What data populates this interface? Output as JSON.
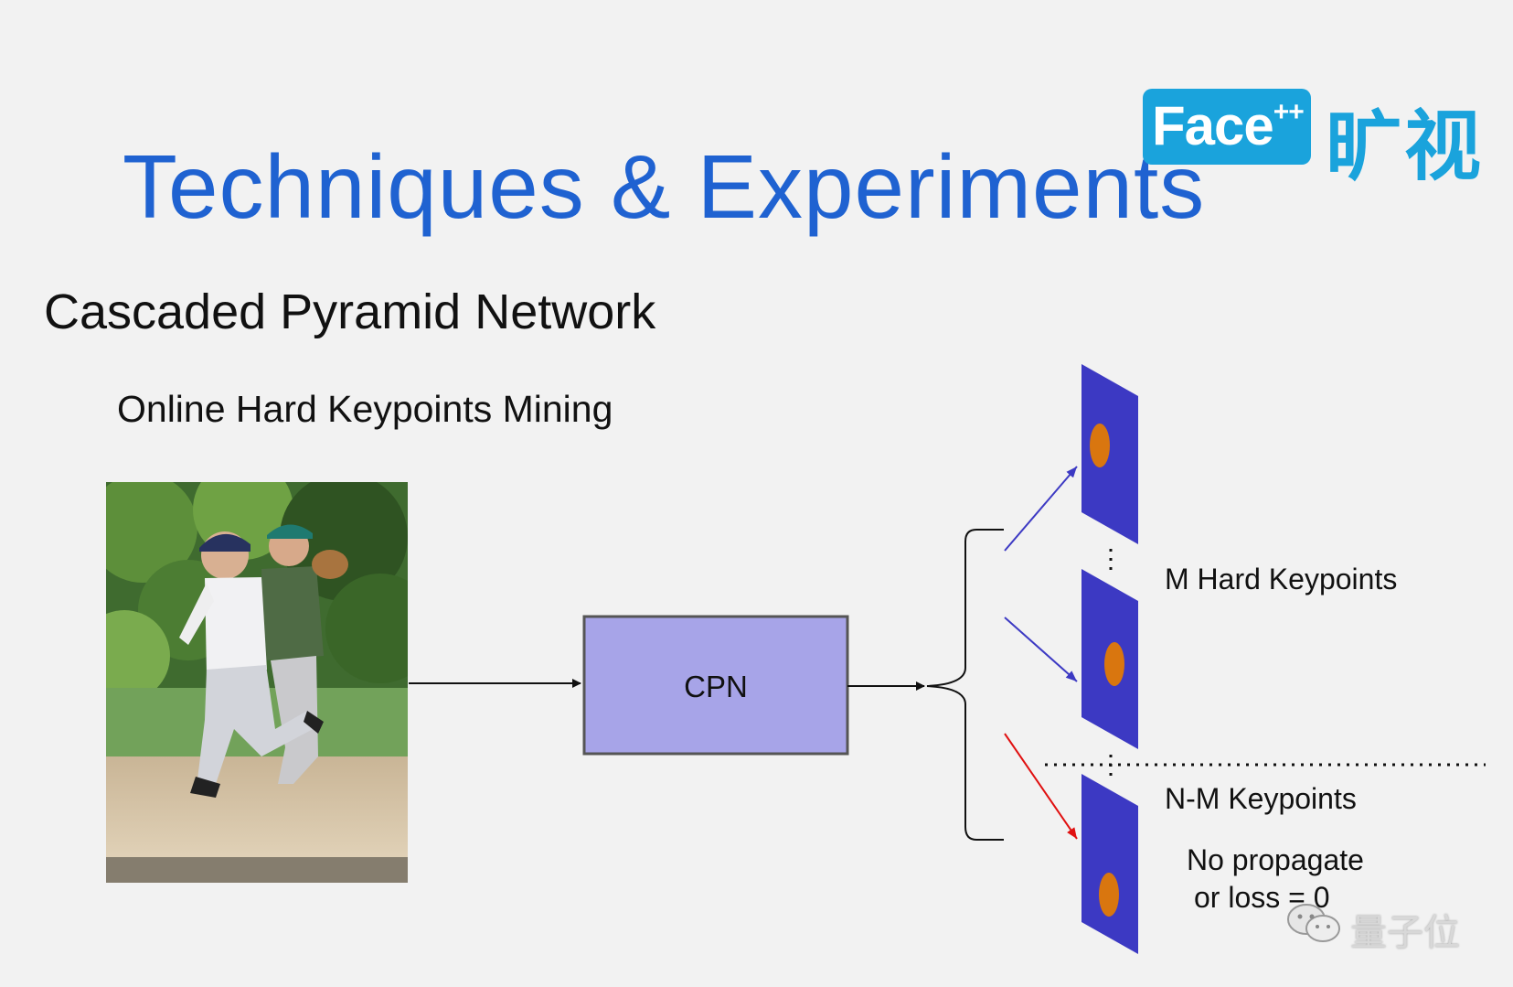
{
  "slide": {
    "title": "Techniques & Experiments",
    "subtitle": "Cascaded Pyramid Network",
    "section_heading": "Online Hard Keypoints Mining"
  },
  "brand": {
    "badge_text": "Face",
    "badge_superscript": "++",
    "chinese_name": "旷视",
    "color": "#1aa3dc"
  },
  "diagram": {
    "cpn_label": "CPN",
    "cpn_fill": "#a7a4e8",
    "heatmap_fill": "#3c39c3",
    "keypoint_fill": "#d9760f",
    "hard_arrow_color": "#3c39c3",
    "dropped_arrow_color": "#e01010",
    "hard_label": "M Hard Keypoints",
    "easy_label": "N-M Keypoints",
    "easy_note_line1": "No propagate",
    "easy_note_line2": "or loss = 0"
  },
  "watermark": {
    "text": "量子位",
    "icon": "wechat-icon"
  }
}
